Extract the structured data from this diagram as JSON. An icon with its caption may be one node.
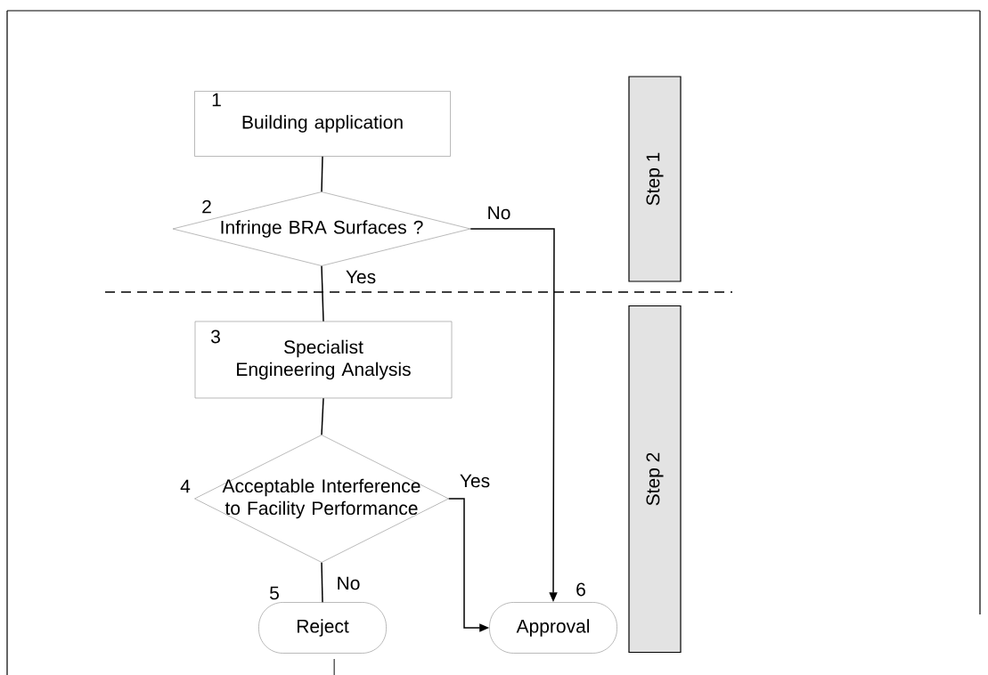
{
  "diagram": {
    "nodes": [
      {
        "text": [
          "1",
          "Building application"
        ]
      },
      {
        "text": [
          "Infringe BRA Surfaces ?"
        ],
        "beside": [
          "2"
        ]
      },
      {
        "text": [
          "3",
          "Specialist Engineering Analysis"
        ]
      },
      {
        "text": [
          "Acceptable Interference to Facility Performance"
        ],
        "beside": [
          "4"
        ]
      },
      {
        "text": [
          "Reject"
        ],
        "beside": [
          "5"
        ]
      },
      {
        "text": [
          "Approval"
        ],
        "beside": [
          "6"
        ]
      },
      {
        "text": [
          "Step 1"
        ]
      },
      {
        "text": [
          "Step 2"
        ]
      }
    ],
    "edges": [
      {
        "from": 0,
        "to": 1,
        "arrow": "none"
      },
      {
        "from": 1,
        "to": 2,
        "arrow": "none",
        "label": "Yes"
      },
      {
        "from": 1,
        "to": 5,
        "arrow": "to",
        "label": "No"
      },
      {
        "from": 2,
        "to": 3,
        "arrow": "none"
      },
      {
        "from": 3,
        "to": 4,
        "arrow": "none",
        "label": "No"
      },
      {
        "from": 3,
        "to": 5,
        "arrow": "to",
        "label": "Yes"
      }
    ]
  }
}
